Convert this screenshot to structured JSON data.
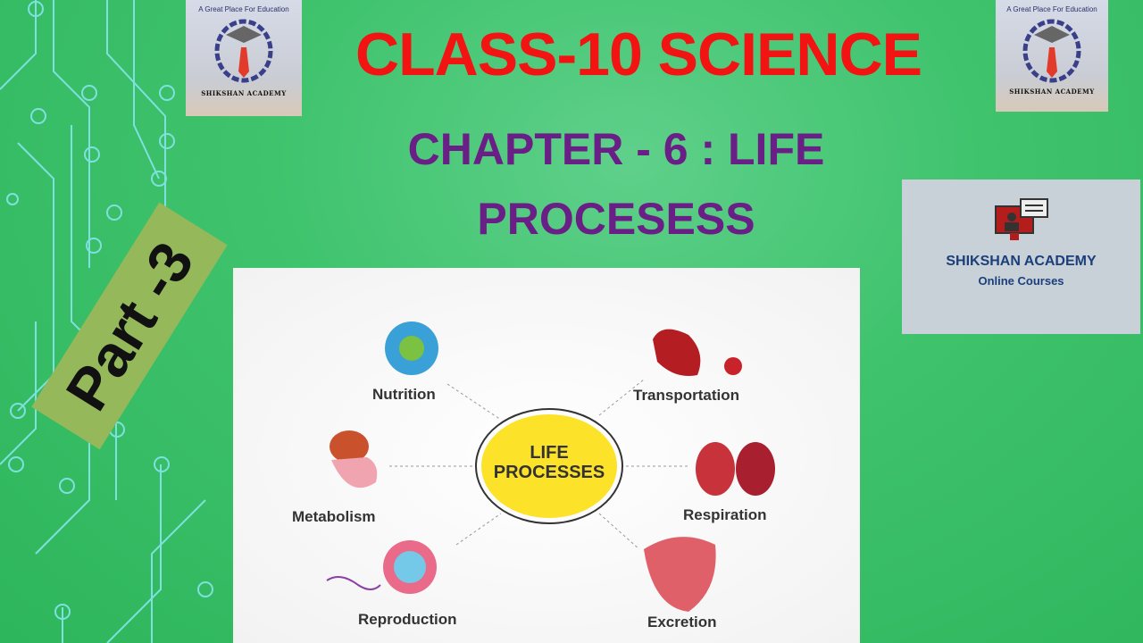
{
  "logo": {
    "tagline": "A Great Place For Education",
    "name": "SHIKSHAN ACADEMY"
  },
  "title": "CLASS-10 SCIENCE",
  "chapter": {
    "line1": "CHAPTER - 6 : LIFE",
    "line2": "PROCESESS"
  },
  "part": "Part -3",
  "ad": {
    "name": "SHIKSHAN ACADEMY",
    "sub": "Online Courses"
  },
  "diagram": {
    "center": [
      "LIFE",
      "PROCESSES"
    ],
    "items": [
      "Nutrition",
      "Transportation",
      "Metabolism",
      "Respiration",
      "Reproduction",
      "Excretion"
    ]
  }
}
